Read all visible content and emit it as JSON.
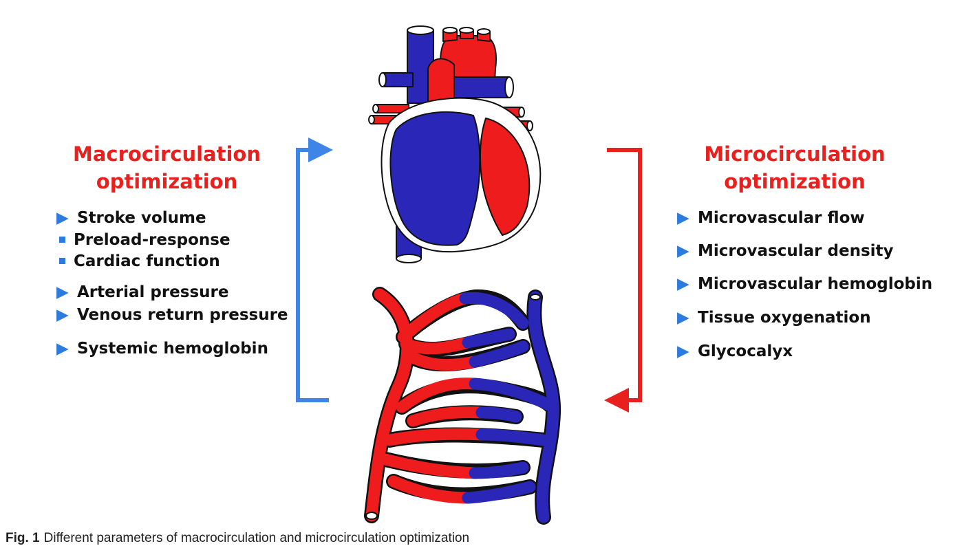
{
  "left_panel": {
    "heading_line1": "Macrocirculation",
    "heading_line2": "optimization",
    "items": [
      {
        "marker": "triangle",
        "label": "Stroke volume"
      },
      {
        "marker": "square",
        "label": "Preload-response"
      },
      {
        "marker": "square",
        "label": "Cardiac function"
      },
      {
        "marker": "triangle",
        "label": "Arterial pressure"
      },
      {
        "marker": "triangle",
        "label": "Venous return pressure"
      },
      {
        "marker": "triangle",
        "label": "Systemic hemoglobin"
      }
    ]
  },
  "right_panel": {
    "heading_line1": "Microcirculation",
    "heading_line2": "optimization",
    "items": [
      {
        "marker": "triangle",
        "label": "Microvascular flow"
      },
      {
        "marker": "triangle",
        "label": "Microvascular density"
      },
      {
        "marker": "triangle",
        "label": "Microvascular hemoglobin"
      },
      {
        "marker": "triangle",
        "label": "Tissue oxygenation"
      },
      {
        "marker": "triangle",
        "label": "Glycocalyx"
      }
    ]
  },
  "caption": {
    "label": "Fig. 1",
    "text": "Different parameters of macrocirculation and microcirculation optimization"
  },
  "colors": {
    "heading": "#e8211f",
    "bullet": "#2e7be0",
    "left_arrow": "#3d86e8",
    "right_arrow": "#e8211f",
    "venous_blue": "#2a27b8",
    "arterial_red": "#ee1c1c",
    "outline": "#111111"
  },
  "icons": [
    "heart-illustration",
    "capillary-network-illustration",
    "blue-bracket-arrow",
    "red-bracket-arrow"
  ]
}
